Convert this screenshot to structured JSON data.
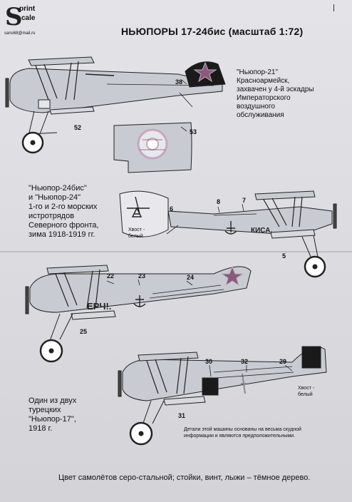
{
  "header": {
    "logo_letter": "S",
    "logo_word1": "print",
    "logo_word2": "cale",
    "email": "sans68@mail.ru",
    "title": "НЬЮПОРЫ 17-24бис (масштаб 1:72)"
  },
  "aircraft1": {
    "caption": [
      "\"Ньюпор-21\"",
      "Красноармейск,",
      "захвачен у 4-й эскадры",
      "Императорского",
      "воздушного",
      "обслуживания"
    ],
    "numbers": [
      "38",
      "52",
      "53"
    ]
  },
  "aircraft2": {
    "caption": [
      "\"Ньюпор-24бис\"",
      "и \"Ньюпор-24\"",
      "1-го и 2-го морских",
      "истротрядов",
      "Северного фронта,",
      "зима 1918-1919 гг."
    ],
    "tail_note": [
      "Хвост -",
      "белый"
    ],
    "fuselage_text": "КИСА.",
    "numbers": [
      "6",
      "8",
      "7",
      "5"
    ]
  },
  "aircraft3": {
    "fuselage_text": "ЕРЧ!.",
    "numbers": [
      "22",
      "23",
      "24",
      "25"
    ]
  },
  "aircraft4": {
    "caption": [
      "Один из двух",
      "турецких",
      "\"Ньюпор-17\",",
      "1918 г."
    ],
    "tail_note": [
      "Хвост -",
      "белый"
    ],
    "details_note": [
      "Детали этой машины основаны на весьма скудной",
      "информации и являются предположительными."
    ],
    "numbers": [
      "30",
      "32",
      "29",
      "31"
    ]
  },
  "footer": "Цвет самолётов серо-стальной; стойки, винт, лыжи – тёмное дерево.",
  "colors": {
    "aircraft_grey": "#c9cbd2",
    "star_red": "#8a5a7a",
    "dark": "#1a1a1a",
    "line": "#222222"
  }
}
